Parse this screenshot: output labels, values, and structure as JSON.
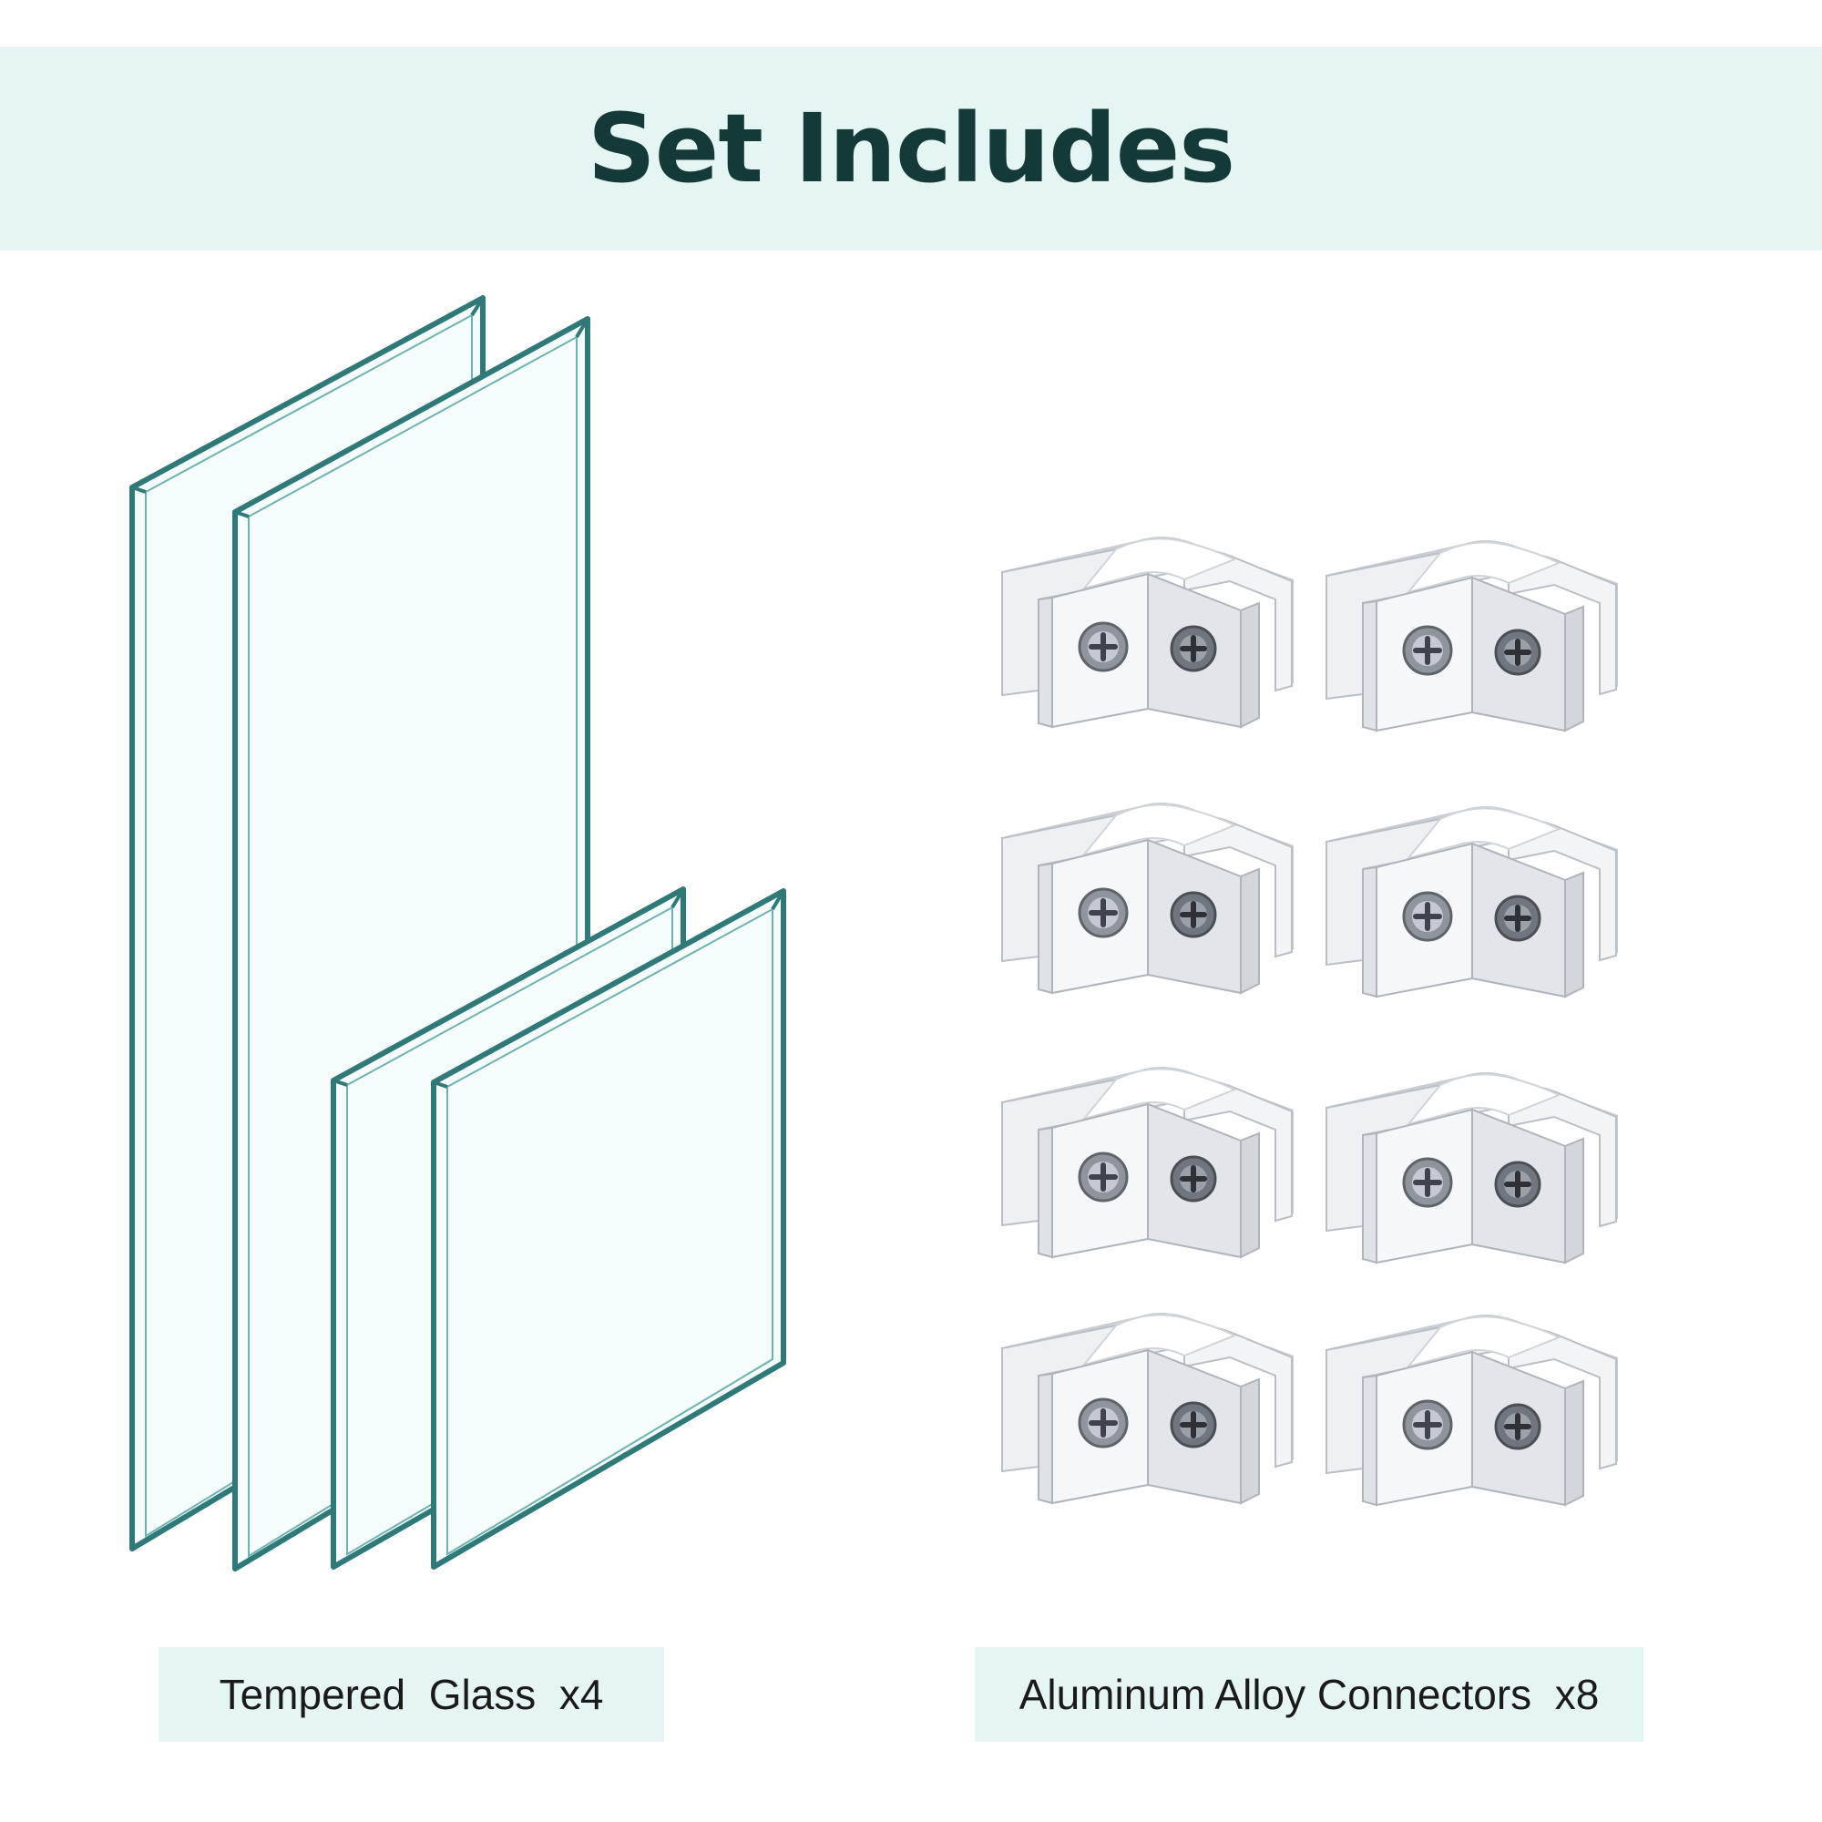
{
  "header": {
    "title": "Set Includes",
    "band_color": "#e5f5f4",
    "title_color": "#133a38"
  },
  "items": [
    {
      "label": "Tempered  Glass  x4",
      "icon": "glass-panel-icon",
      "quantity": 4
    },
    {
      "label": "Aluminum Alloy Connectors  x8",
      "icon": "corner-connector-icon",
      "quantity": 8
    }
  ],
  "colors": {
    "glass_edge": "#2f7a78",
    "glass_fill": "#f5fcfc",
    "metal": "#e6e9ed",
    "label_bg": "#e5f5f4"
  }
}
